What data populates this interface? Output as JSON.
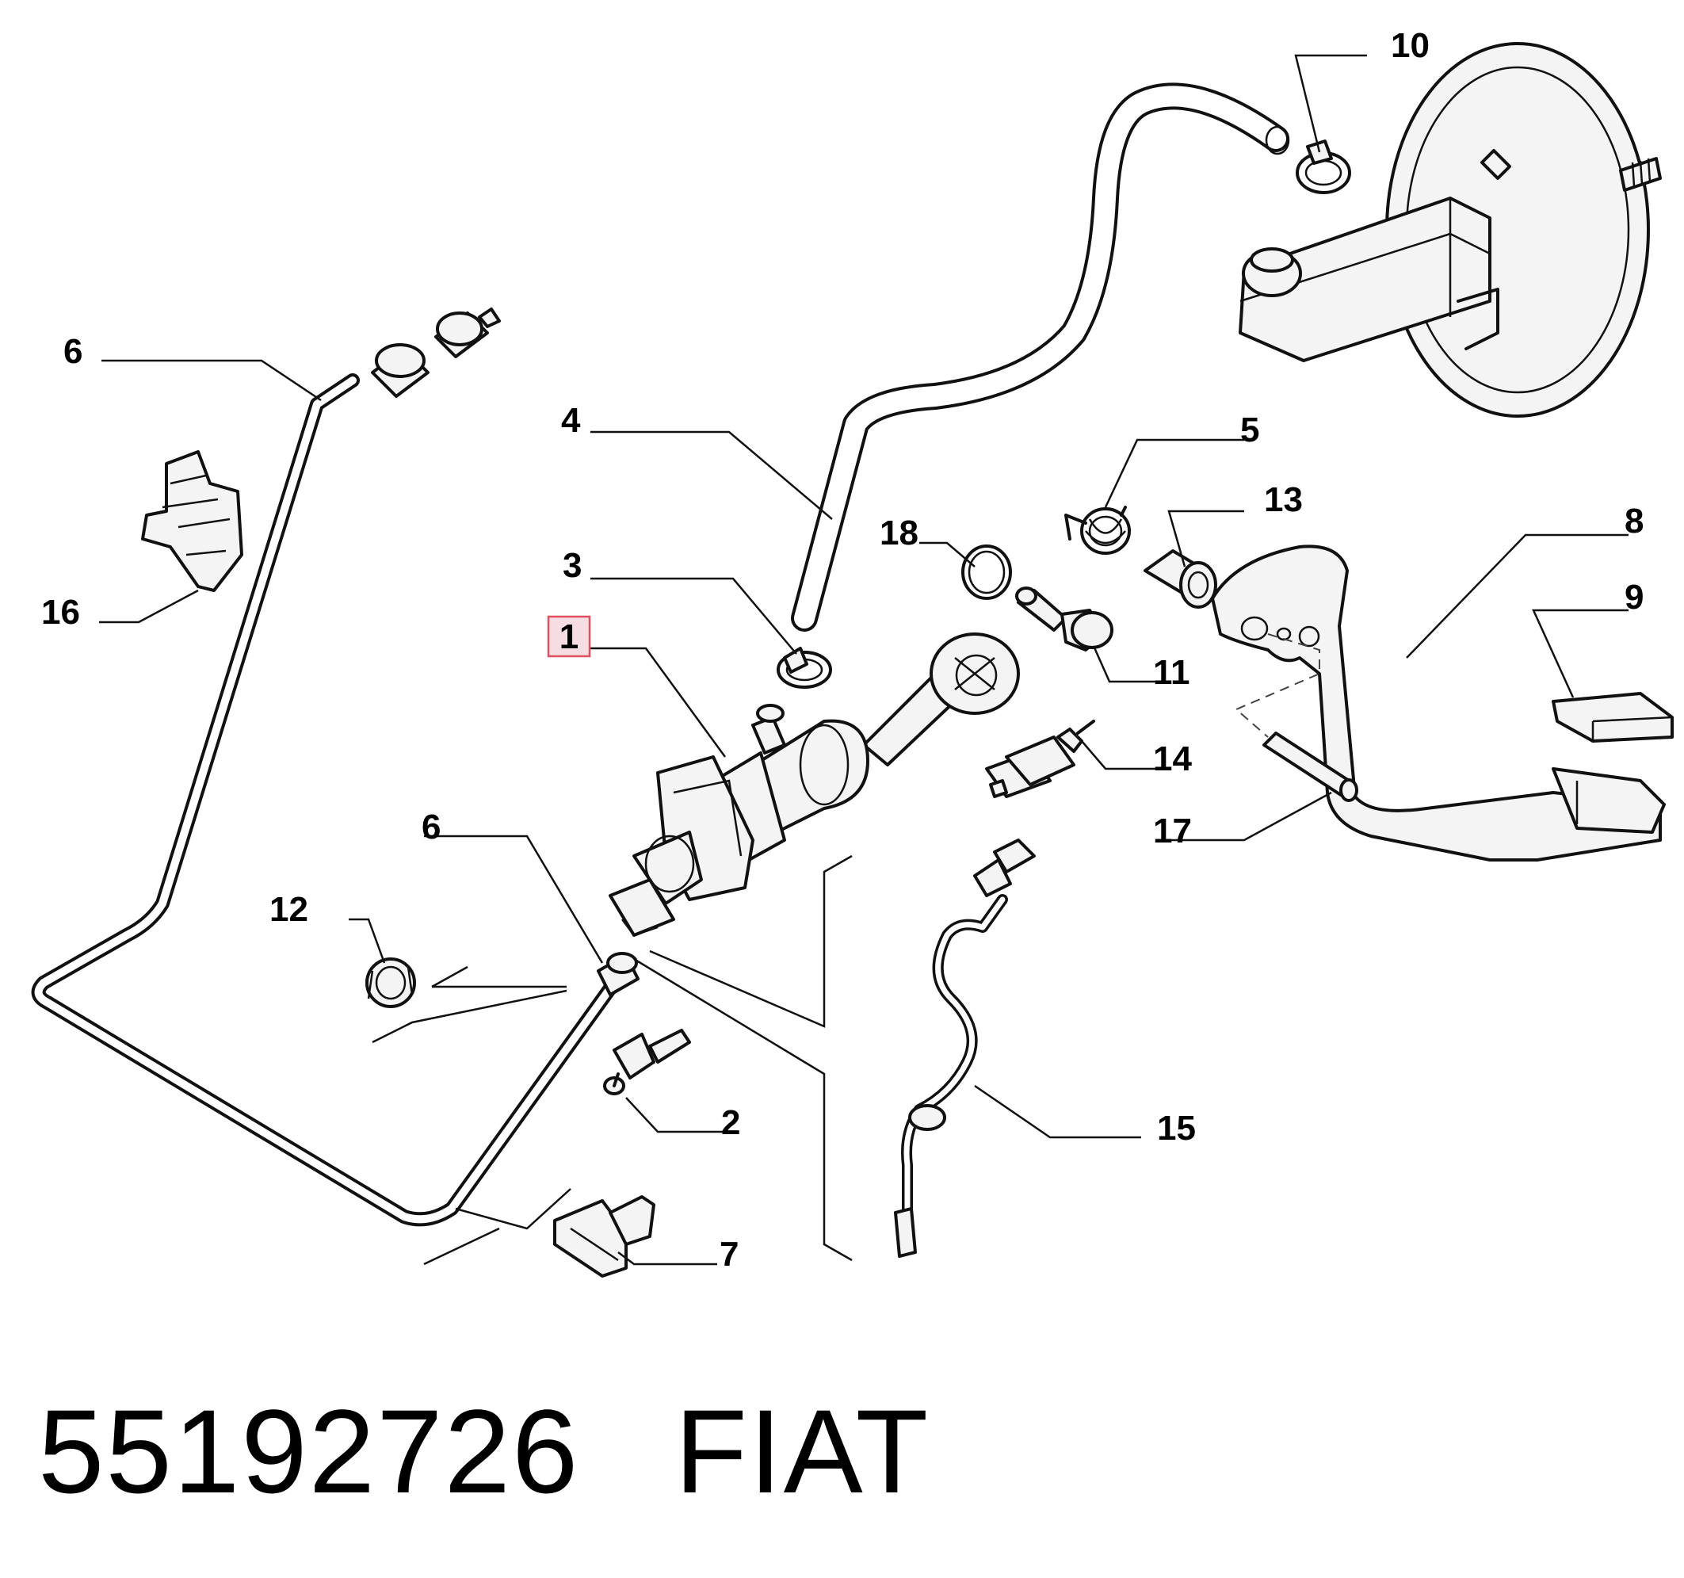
{
  "labels": {
    "l1": "1",
    "l2": "2",
    "l3": "3",
    "l4": "4",
    "l5": "5",
    "l6a": "6",
    "l6b": "6",
    "l7": "7",
    "l8": "8",
    "l9": "9",
    "l10": "10",
    "l11": "11",
    "l12": "12",
    "l13": "13",
    "l14": "14",
    "l15": "15",
    "l16": "16",
    "l17": "17",
    "l18": "18"
  },
  "highlight_color": "#e05060",
  "footer": {
    "part_number": "55192726",
    "manufacturer": "FIAT"
  }
}
